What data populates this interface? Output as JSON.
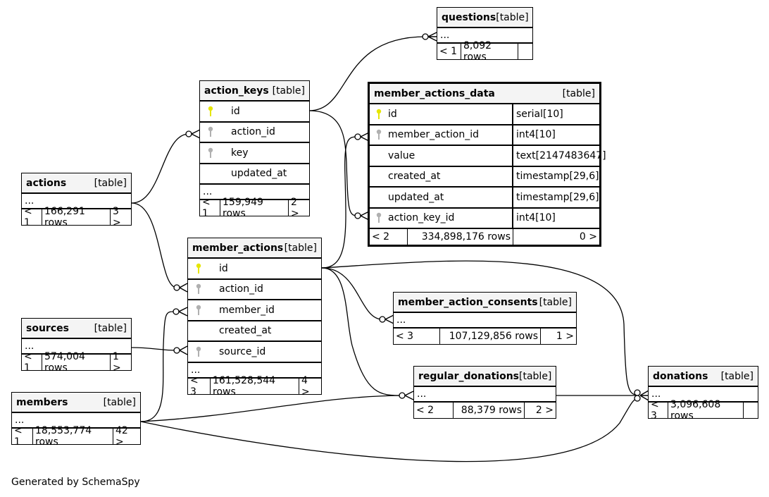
{
  "diagram": {
    "footer_text": "Generated by SchemaSpy",
    "colors": {
      "primary_key": "#e6e600",
      "foreign_key": "#b0b0b0",
      "header_bg": "#f4f4f4",
      "line": "#000000"
    },
    "tables": {
      "questions": {
        "name": "questions",
        "kind": "[table]",
        "more": "...",
        "parents": "< 1",
        "rows": "8,092 rows",
        "children": ""
      },
      "action_keys": {
        "name": "action_keys",
        "kind": "[table]",
        "columns": [
          {
            "name": "id",
            "key": "primary-key-icon"
          },
          {
            "name": "action_id",
            "key": "foreign-key-icon"
          },
          {
            "name": "key",
            "key": "foreign-key-icon"
          },
          {
            "name": "updated_at",
            "key": ""
          }
        ],
        "more": "...",
        "parents": "< 1",
        "rows": "159,949 rows",
        "children": "2 >"
      },
      "member_actions_data": {
        "name": "member_actions_data",
        "kind": "[table]",
        "columns": [
          {
            "name": "id",
            "type": "serial[10]",
            "key": "primary-key-icon"
          },
          {
            "name": "member_action_id",
            "type": "int4[10]",
            "key": "foreign-key-icon"
          },
          {
            "name": "value",
            "type": "text[2147483647]",
            "key": ""
          },
          {
            "name": "created_at",
            "type": "timestamp[29,6]",
            "key": ""
          },
          {
            "name": "updated_at",
            "type": "timestamp[29,6]",
            "key": ""
          },
          {
            "name": "action_key_id",
            "type": "int4[10]",
            "key": "foreign-key-icon"
          }
        ],
        "parents": "< 2",
        "rows": "334,898,176 rows",
        "children": "0 >"
      },
      "actions": {
        "name": "actions",
        "kind": "[table]",
        "more": "...",
        "parents": "< 1",
        "rows": "166,291 rows",
        "children": "3 >"
      },
      "member_actions": {
        "name": "member_actions",
        "kind": "[table]",
        "columns": [
          {
            "name": "id",
            "key": "primary-key-icon"
          },
          {
            "name": "action_id",
            "key": "foreign-key-icon"
          },
          {
            "name": "member_id",
            "key": "foreign-key-icon"
          },
          {
            "name": "created_at",
            "key": ""
          },
          {
            "name": "source_id",
            "key": "foreign-key-icon"
          }
        ],
        "more": "...",
        "parents": "< 3",
        "rows": "161,528,544 rows",
        "children": "4 >"
      },
      "sources": {
        "name": "sources",
        "kind": "[table]",
        "more": "...",
        "parents": "< 1",
        "rows": "574,004 rows",
        "children": "1 >"
      },
      "members": {
        "name": "members",
        "kind": "[table]",
        "more": "...",
        "parents": "< 1",
        "rows": "18,553,774 rows",
        "children": "42 >"
      },
      "member_action_consents": {
        "name": "member_action_consents",
        "kind": "[table]",
        "more": "...",
        "parents": "< 3",
        "rows": "107,129,856 rows",
        "children": "1 >"
      },
      "regular_donations": {
        "name": "regular_donations",
        "kind": "[table]",
        "more": "...",
        "parents": "< 2",
        "rows": "88,379 rows",
        "children": "2 >"
      },
      "donations": {
        "name": "donations",
        "kind": "[table]",
        "more": "...",
        "parents": "< 3",
        "rows": "3,096,608 rows",
        "children": ""
      }
    },
    "relationships": [
      {
        "from": "action_keys.id",
        "to": "questions"
      },
      {
        "from": "action_keys.id",
        "to": "member_actions_data.action_key_id"
      },
      {
        "from": "actions",
        "to": "action_keys.action_id"
      },
      {
        "from": "actions",
        "to": "member_actions.action_id"
      },
      {
        "from": "member_actions.id",
        "to": "member_actions_data.member_action_id"
      },
      {
        "from": "member_actions.id",
        "to": "member_action_consents"
      },
      {
        "from": "member_actions.id",
        "to": "regular_donations"
      },
      {
        "from": "member_actions.id",
        "to": "donations"
      },
      {
        "from": "members",
        "to": "member_actions.member_id"
      },
      {
        "from": "members",
        "to": "regular_donations"
      },
      {
        "from": "members",
        "to": "donations"
      },
      {
        "from": "sources",
        "to": "member_actions.source_id"
      },
      {
        "from": "regular_donations",
        "to": "donations"
      }
    ]
  }
}
